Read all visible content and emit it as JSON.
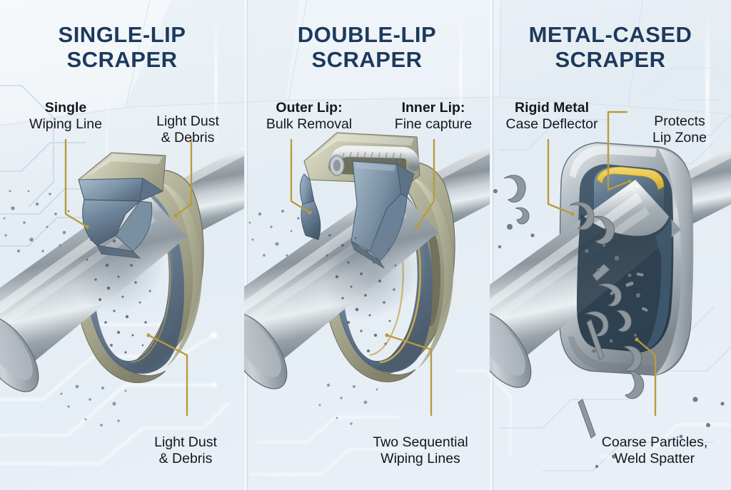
{
  "figure": {
    "kind": "technical-illustration",
    "panel_count": 3
  },
  "colors": {
    "title": "#1d3a5c",
    "label": "#15181c",
    "leader": "#b89b3c",
    "seal_lip_blue": "#6b8199",
    "seal_housing_olive": "#a8a890",
    "metal_case": "#b9c2c8",
    "accent_yellow": "#e8c54a",
    "background_top": "#eef3f7",
    "background_bottom": "#e9f0f6"
  },
  "panels": [
    {
      "id": "single-lip",
      "title": "SINGLE-LIP\nSCRAPER",
      "callouts": [
        {
          "id": "single-wiping-line",
          "head": "Single",
          "sub": "Wiping Line"
        },
        {
          "id": "light-dust-debris-top",
          "head": "",
          "sub": "Light Dust\n& Debris"
        },
        {
          "id": "light-dust-debris-bottom",
          "head": "",
          "sub": "Light Dust\n& Debris"
        }
      ]
    },
    {
      "id": "double-lip",
      "title": "DOUBLE-LIP\nSCRAPER",
      "callouts": [
        {
          "id": "outer-lip",
          "head": "Outer Lip:",
          "sub": "Bulk Removal"
        },
        {
          "id": "inner-lip",
          "head": "Inner Lip:",
          "sub": "Fine capture"
        },
        {
          "id": "two-sequential-wiping-lines",
          "head": "",
          "sub": "Two Sequential\nWiping Lines"
        }
      ]
    },
    {
      "id": "metal-cased",
      "title": "METAL-CASED\nSCRAPER",
      "callouts": [
        {
          "id": "rigid-metal-case-deflector",
          "head": "Rigid Metal",
          "sub": "Case Deflector"
        },
        {
          "id": "protects-lip-zone",
          "head": "",
          "sub": "Protects\nLip Zone"
        },
        {
          "id": "coarse-particles-weld-spatter",
          "head": "",
          "sub": "Coarse Particles,\nWeld Spatter"
        }
      ]
    }
  ]
}
